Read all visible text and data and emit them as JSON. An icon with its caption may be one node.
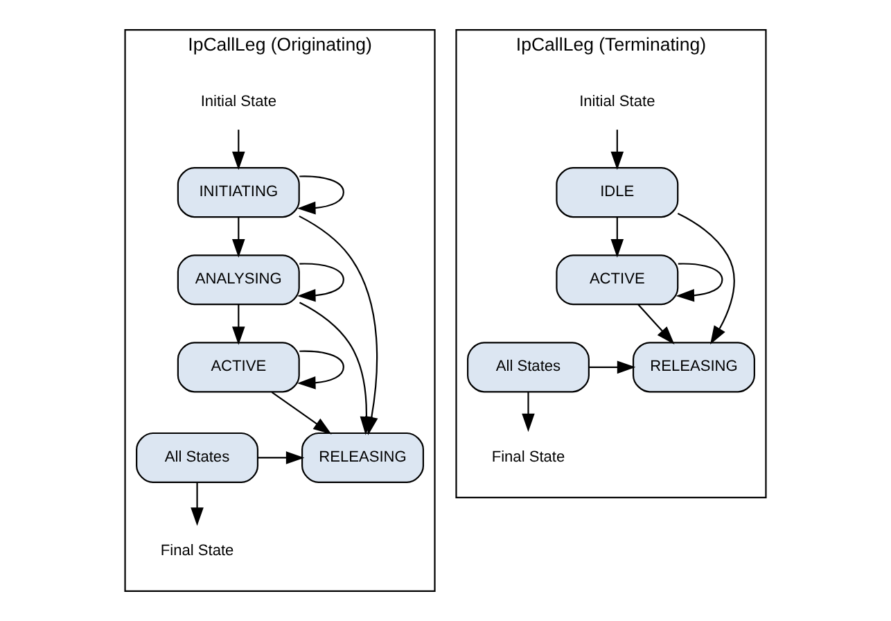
{
  "diagram": {
    "nodes": [
      {
        "text": [
          "IpCallLeg (Originating)"
        ]
      },
      {
        "text": [
          "Initial State"
        ],
        "in": 0
      },
      {
        "text": [
          "INITIATING"
        ],
        "in": 0
      },
      {
        "text": [
          "ANALYSING"
        ],
        "in": 0
      },
      {
        "text": [
          "ACTIVE"
        ],
        "in": 0
      },
      {
        "text": [
          "Final State"
        ],
        "in": 0
      },
      {
        "text": [
          "All States"
        ],
        "in": 0
      },
      {
        "text": [
          "RELEASING"
        ],
        "in": 0
      },
      {
        "text": [
          "IpCallLeg (Terminating)"
        ]
      },
      {
        "text": [
          "Initial State"
        ],
        "in": 8
      },
      {
        "text": [
          "IDLE"
        ],
        "in": 8
      },
      {
        "text": [
          "Final State"
        ],
        "in": 8
      },
      {
        "text": [
          "ACTIVE"
        ],
        "in": 8
      },
      {
        "text": [
          "All States"
        ],
        "in": 8
      },
      {
        "text": [
          "RELEASING"
        ],
        "in": 8
      }
    ],
    "edges": [
      {
        "from": 1,
        "to": 2,
        "arrow": "to"
      },
      {
        "from": 2,
        "to": 2,
        "arrow": "to"
      },
      {
        "from": 2,
        "to": 3,
        "arrow": "to"
      },
      {
        "from": 3,
        "to": 3,
        "arrow": "to"
      },
      {
        "from": 3,
        "to": 4,
        "arrow": "to"
      },
      {
        "from": 4,
        "to": 4,
        "arrow": "to"
      },
      {
        "from": 4,
        "to": 7,
        "arrow": "to"
      },
      {
        "from": 2,
        "to": 7,
        "arrow": "to"
      },
      {
        "from": 3,
        "to": 7,
        "arrow": "to"
      },
      {
        "from": 6,
        "to": 5,
        "arrow": "to"
      },
      {
        "from": 6,
        "to": 7,
        "arrow": "to"
      },
      {
        "from": 9,
        "to": 10,
        "arrow": "to"
      },
      {
        "from": 10,
        "to": 12,
        "arrow": "to"
      },
      {
        "from": 12,
        "to": 12,
        "arrow": "to"
      },
      {
        "from": 12,
        "to": 14,
        "arrow": "to"
      },
      {
        "from": 10,
        "to": 14,
        "arrow": "to"
      },
      {
        "from": 13,
        "to": 11,
        "arrow": "to"
      },
      {
        "from": 13,
        "to": 14,
        "arrow": "to"
      }
    ]
  }
}
